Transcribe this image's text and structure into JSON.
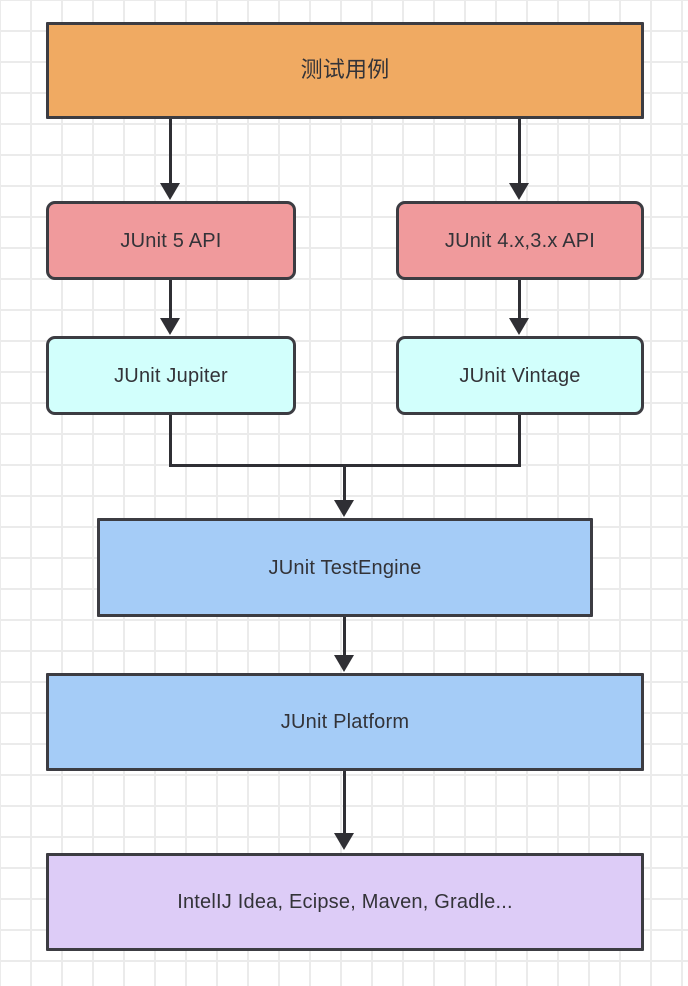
{
  "diagram": {
    "title": "JUnit 5 architecture flow",
    "background": {
      "grid_color": "#ebebeb",
      "page_color": "#ffffff"
    },
    "palette": {
      "orange": "#f0aa62",
      "pink": "#f09a9c",
      "cyan": "#d2fffc",
      "blue": "#a5ccf7",
      "purple": "#ddccf7",
      "border": "#3c3c42",
      "text": "#333338",
      "edge": "#2f2f34"
    },
    "nodes": [
      {
        "id": "test-case",
        "label": "测试用例",
        "color": "#f0aa62"
      },
      {
        "id": "junit5-api",
        "label": "JUnit 5 API",
        "color": "#f09a9c"
      },
      {
        "id": "junit4-api",
        "label": "JUnit 4.x,3.x API",
        "color": "#f09a9c"
      },
      {
        "id": "jupiter",
        "label": "JUnit Jupiter",
        "color": "#d2fffc"
      },
      {
        "id": "vintage",
        "label": "JUnit Vintage",
        "color": "#d2fffc"
      },
      {
        "id": "testengine",
        "label": "JUnit TestEngine",
        "color": "#a5ccf7"
      },
      {
        "id": "platform",
        "label": "JUnit Platform",
        "color": "#a5ccf7"
      },
      {
        "id": "tools",
        "label": "IntelIJ Idea, Ecipse, Maven, Gradle...",
        "color": "#ddccf7"
      }
    ],
    "edges": [
      {
        "from": "test-case",
        "to": "junit5-api"
      },
      {
        "from": "test-case",
        "to": "junit4-api"
      },
      {
        "from": "junit5-api",
        "to": "jupiter"
      },
      {
        "from": "junit4-api",
        "to": "vintage"
      },
      {
        "from": "jupiter",
        "to": "testengine"
      },
      {
        "from": "vintage",
        "to": "testengine"
      },
      {
        "from": "testengine",
        "to": "platform"
      },
      {
        "from": "platform",
        "to": "tools"
      }
    ]
  }
}
